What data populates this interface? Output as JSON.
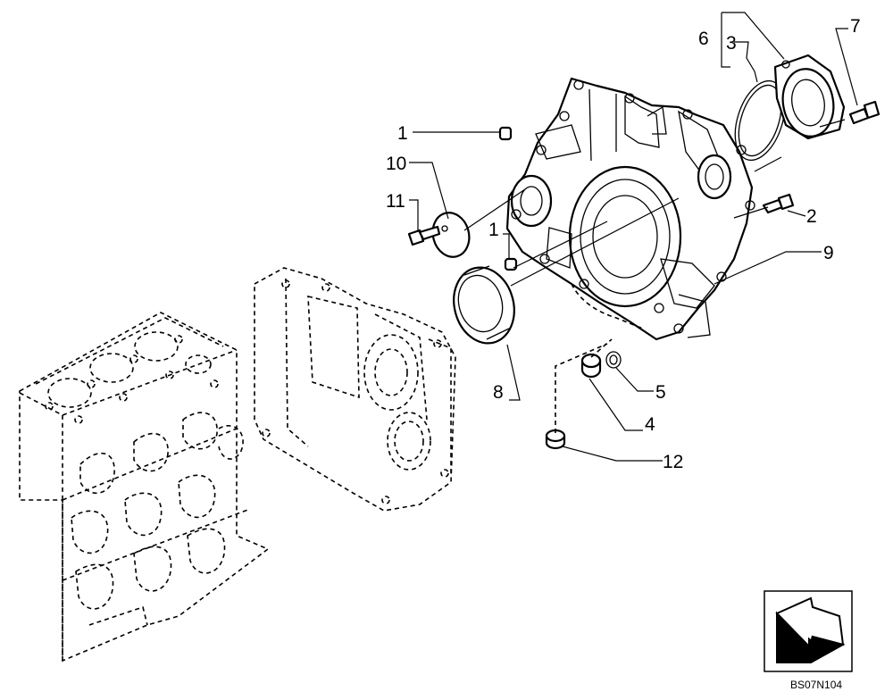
{
  "diagram": {
    "callouts": {
      "c1a": "1",
      "c1b": "1",
      "c2": "2",
      "c3": "3",
      "c4": "4",
      "c5": "5",
      "c6": "6",
      "c7": "7",
      "c8": "8",
      "c9": "9",
      "c10": "10",
      "c11": "11",
      "c12": "12"
    },
    "drawing_code": "BS07N104",
    "nav_icon": "arrow-left-down-icon"
  }
}
